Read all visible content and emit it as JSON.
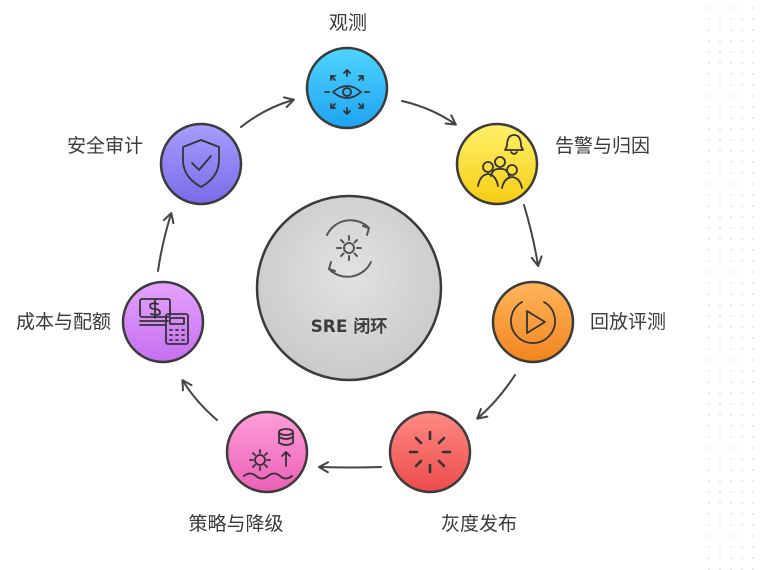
{
  "diagram": {
    "center": {
      "label": "SRE 闭环",
      "icon": "gear-cycle-icon"
    },
    "steps": [
      {
        "id": "observe",
        "label": "观测",
        "icon": "eye-icon",
        "color_top": "#4fd4ff",
        "color_bottom": "#1ea3f2"
      },
      {
        "id": "alert",
        "label": "告警与归因",
        "icon": "bell-team-icon",
        "color_top": "#fff06a",
        "color_bottom": "#f6cd13"
      },
      {
        "id": "replay",
        "label": "回放评测",
        "icon": "play-icon",
        "color_top": "#ffb55c",
        "color_bottom": "#f2851f"
      },
      {
        "id": "rollout",
        "label": "灰度发布",
        "icon": "spinner-icon",
        "color_top": "#ff8a84",
        "color_bottom": "#ec4b4b"
      },
      {
        "id": "strategy",
        "label": "策略与降级",
        "icon": "database-gear-icon",
        "color_top": "#ff9ed9",
        "color_bottom": "#ea5fb6"
      },
      {
        "id": "cost",
        "label": "成本与配额",
        "icon": "calculator-icon",
        "color_top": "#e6a2ff",
        "color_bottom": "#c56ff0"
      },
      {
        "id": "audit",
        "label": "安全审计",
        "icon": "shield-check-icon",
        "color_top": "#a89cff",
        "color_bottom": "#7a6be8"
      }
    ]
  }
}
